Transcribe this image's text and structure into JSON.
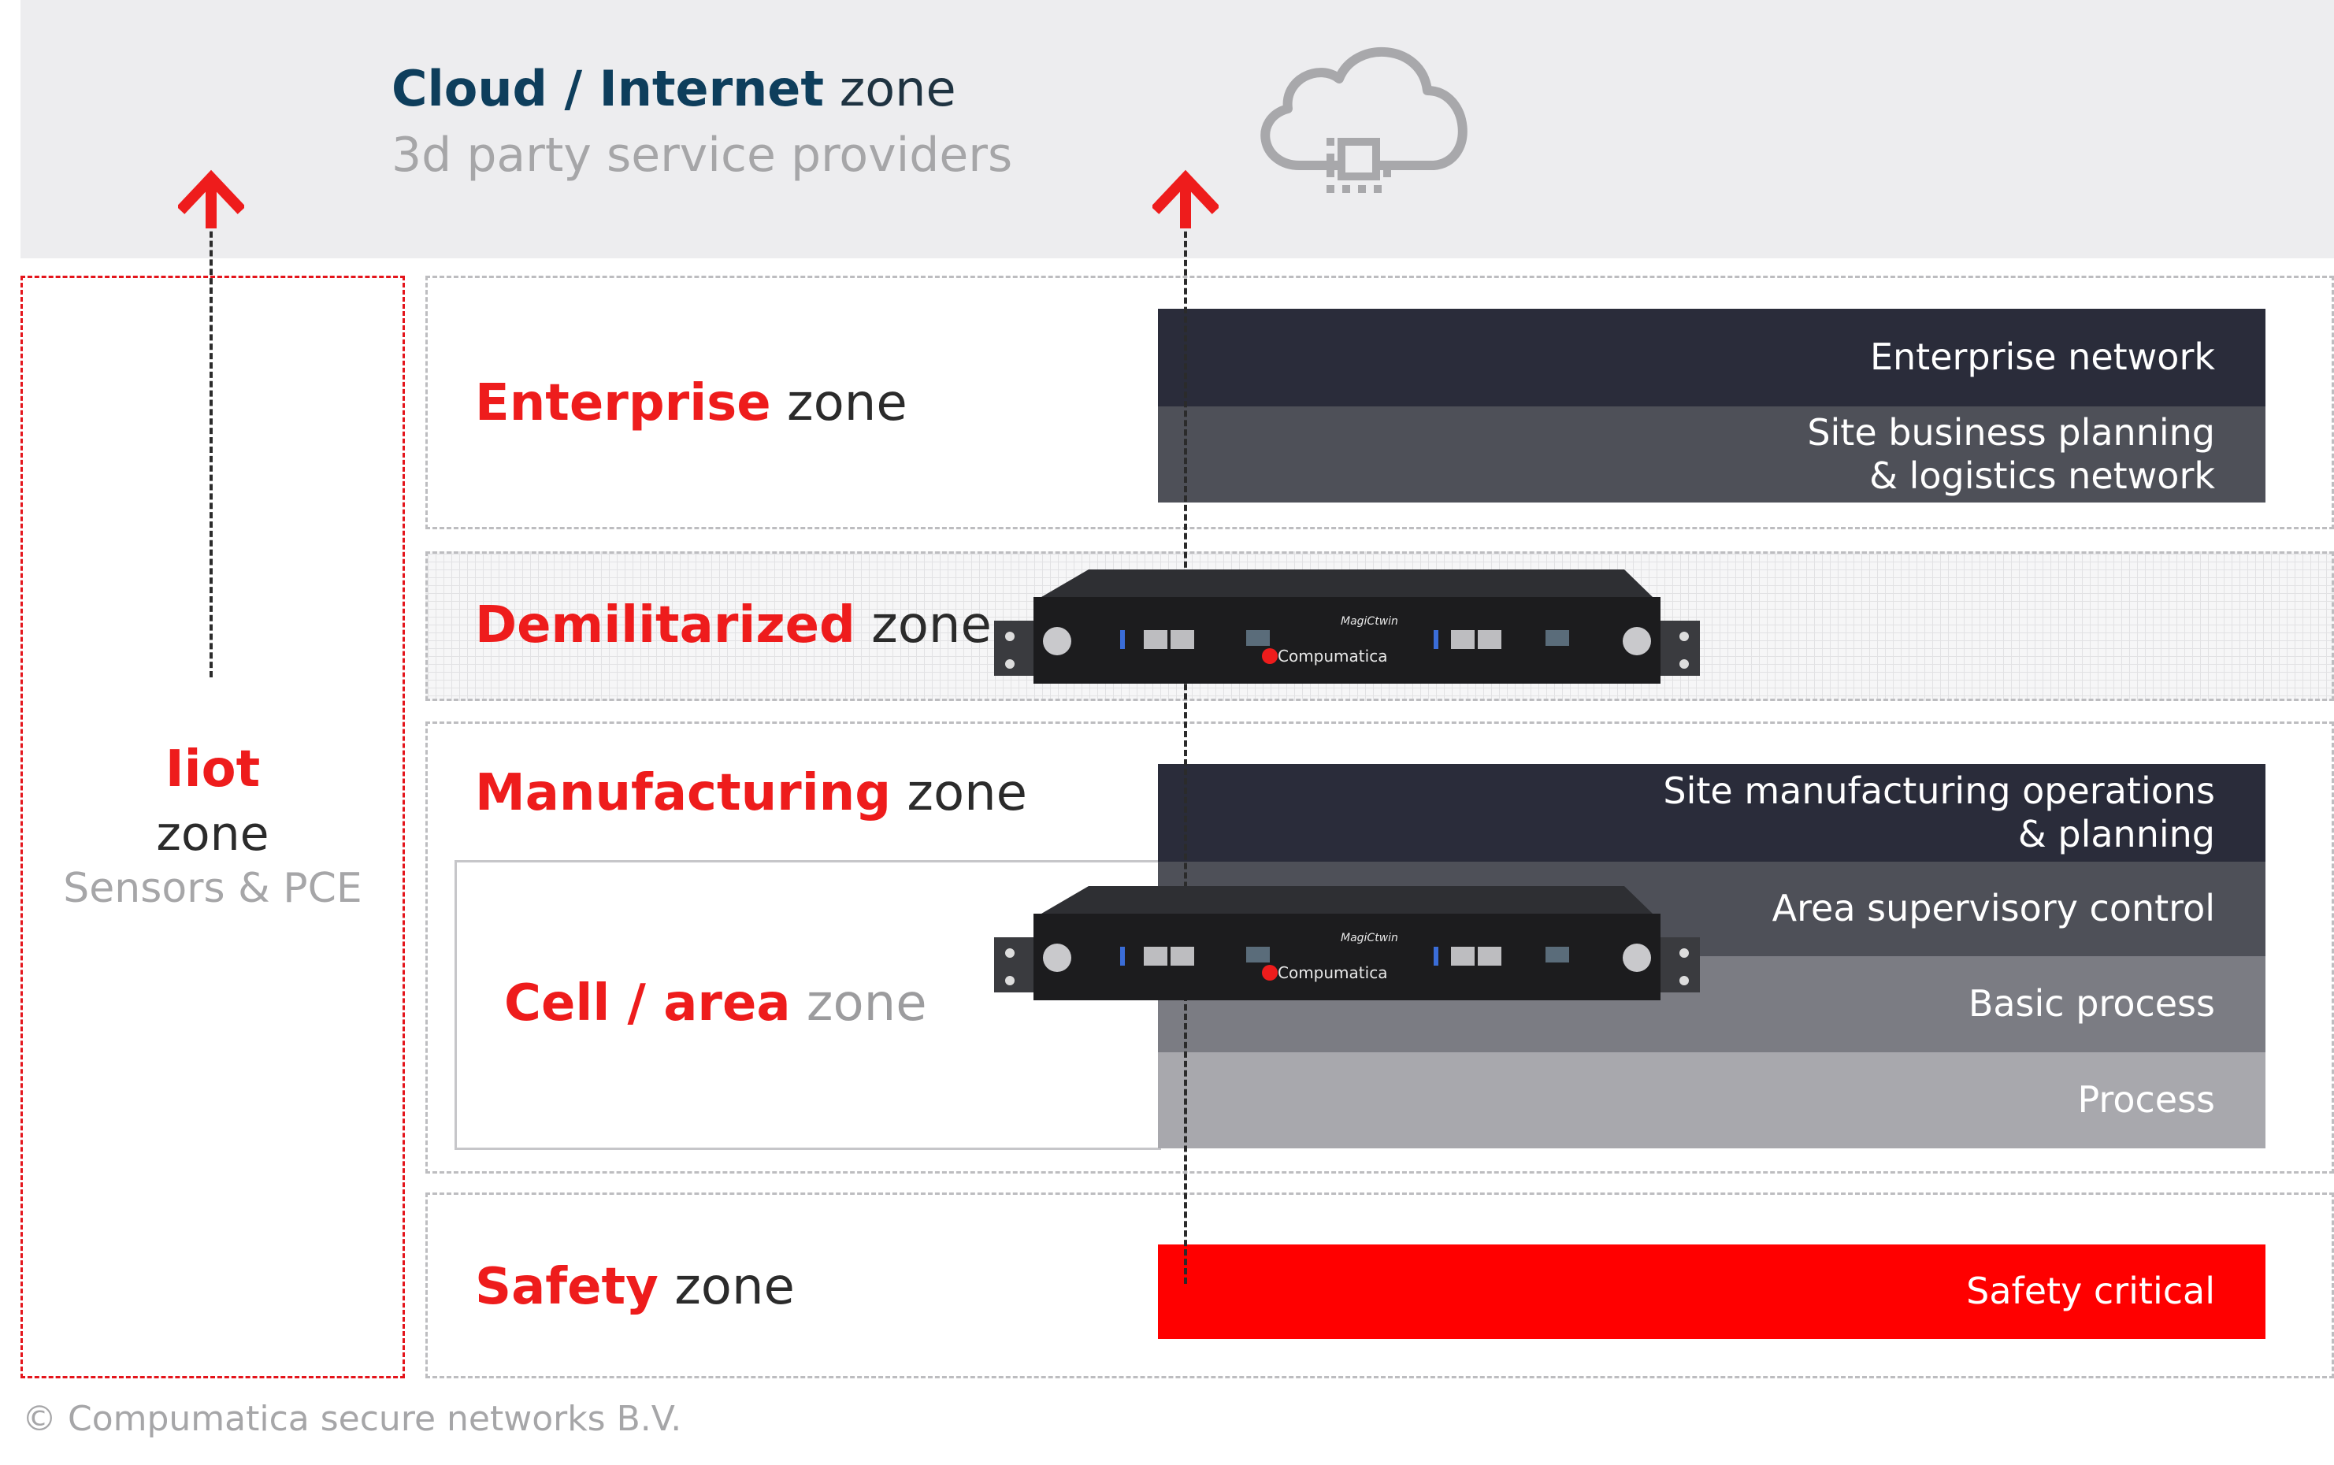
{
  "cloud": {
    "title_bold": "Cloud / Internet",
    "title_suffix": " zone",
    "subtitle": "3d party service providers"
  },
  "iiot": {
    "title": "Iiot",
    "zone_word": "zone",
    "subtitle": "Sensors & PCE"
  },
  "zones": {
    "enterprise": {
      "bold": "Enterprise",
      "suffix": " zone"
    },
    "dmz": {
      "bold": "Demilitarized",
      "suffix": " zone"
    },
    "manufacturing": {
      "bold": "Manufacturing",
      "suffix": " zone"
    },
    "cell": {
      "bold": "Cell / area",
      "suffix": " zone"
    },
    "safety": {
      "bold": "Safety",
      "suffix": " zone"
    }
  },
  "layers": {
    "enterprise_network": "Enterprise network",
    "site_business_1": "Site business planning",
    "site_business_2": "& logistics network",
    "site_mfg_1": "Site manufacturing operations",
    "site_mfg_2": "& planning",
    "area_supervisory": "Area supervisory control",
    "basic_process": "Basic process",
    "process": "Process",
    "safety_critical": "Safety critical"
  },
  "device": {
    "brand": "Compumatica",
    "model": "MagiCtwin"
  },
  "colors": {
    "accent_red": "#ee1c1c",
    "navy": "#0e3e5c",
    "layer_dark": "#2a2c3a",
    "layer_mid": "#4e5058",
    "layer_light": "#7b7c83",
    "layer_lighter": "#a8a8ad",
    "safety_red": "#ff0000"
  },
  "icons": [
    "cloud-chip-icon",
    "arrow-up-icon"
  ],
  "footer": {
    "copyright": "© Compumatica secure networks B.V."
  }
}
